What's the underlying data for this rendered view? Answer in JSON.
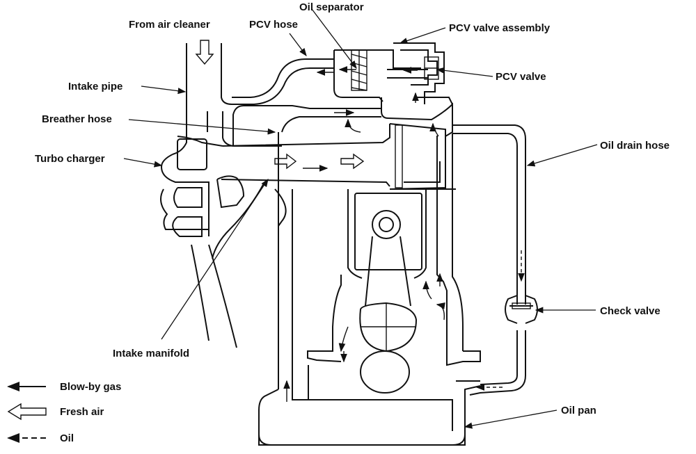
{
  "labels": {
    "from_air_cleaner": "From air cleaner",
    "pcv_hose": "PCV hose",
    "oil_separator": "Oil separator",
    "pcv_valve_assembly": "PCV valve assembly",
    "pcv_valve": "PCV valve",
    "intake_pipe": "Intake pipe",
    "breather_hose": "Breather hose",
    "turbo_charger": "Turbo charger",
    "oil_drain_hose": "Oil drain hose",
    "check_valve": "Check valve",
    "intake_manifold": "Intake manifold",
    "oil_pan": "Oil pan"
  },
  "legend": {
    "blow_by_gas": "Blow-by gas",
    "fresh_air": "Fresh air",
    "oil": "Oil"
  }
}
